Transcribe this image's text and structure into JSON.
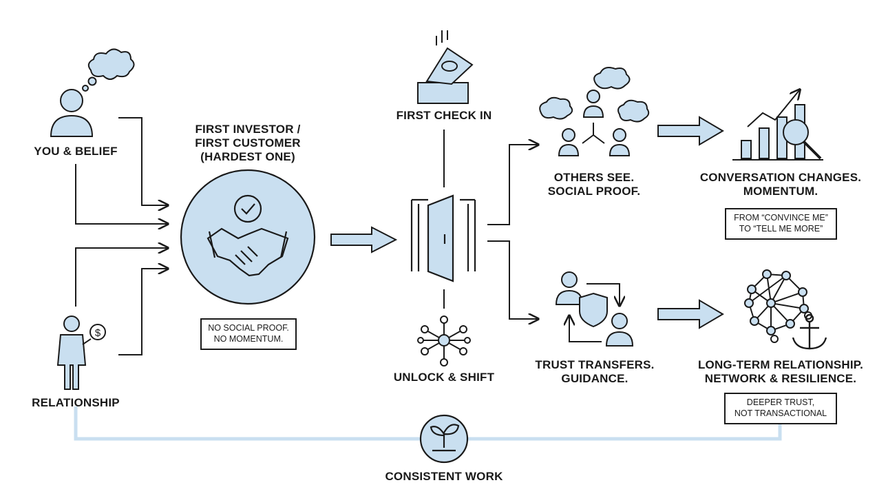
{
  "colors": {
    "stroke": "#1a1a1a",
    "fill": "#c9dff0",
    "connector": "#c9dff0"
  },
  "nodes": {
    "you_belief": {
      "label": "YOU & BELIEF",
      "icon": "thinking-person-icon"
    },
    "relationship": {
      "label": "RELATIONSHIP",
      "icon": "person-with-coin-icon"
    },
    "first_investor": {
      "lines": [
        "FIRST INVESTOR /",
        "FIRST CUSTOMER",
        "(HARDEST ONE)"
      ],
      "icon": "handshake-check-icon",
      "note": [
        "NO SOCIAL PROOF.",
        "NO MOMENTUM."
      ]
    },
    "first_check": {
      "label": "FIRST CHECK IN",
      "icon": "money-slot-icon"
    },
    "door": {
      "icon": "open-door-icon"
    },
    "unlock": {
      "label": "UNLOCK & SHIFT",
      "icon": "network-hub-icon"
    },
    "others_see": {
      "lines": [
        "OTHERS SEE.",
        "SOCIAL PROOF."
      ],
      "icon": "people-talking-icon"
    },
    "trust": {
      "lines": [
        "TRUST TRANSFERS.",
        "GUIDANCE."
      ],
      "icon": "trust-shield-icon"
    },
    "conversation": {
      "lines": [
        "CONVERSATION CHANGES.",
        "MOMENTUM."
      ],
      "icon": "growth-chart-icon",
      "note": [
        "FROM “CONVINCE ME”",
        "TO “TELL ME MORE”"
      ]
    },
    "long_term": {
      "lines": [
        "LONG-TERM RELATIONSHIP.",
        "NETWORK & RESILIENCE."
      ],
      "icon": "network-anchor-icon",
      "note": [
        "DEEPER TRUST,",
        "NOT TRANSACTIONAL"
      ]
    },
    "consistent": {
      "label": "CONSISTENT WORK",
      "icon": "sprout-icon"
    }
  }
}
